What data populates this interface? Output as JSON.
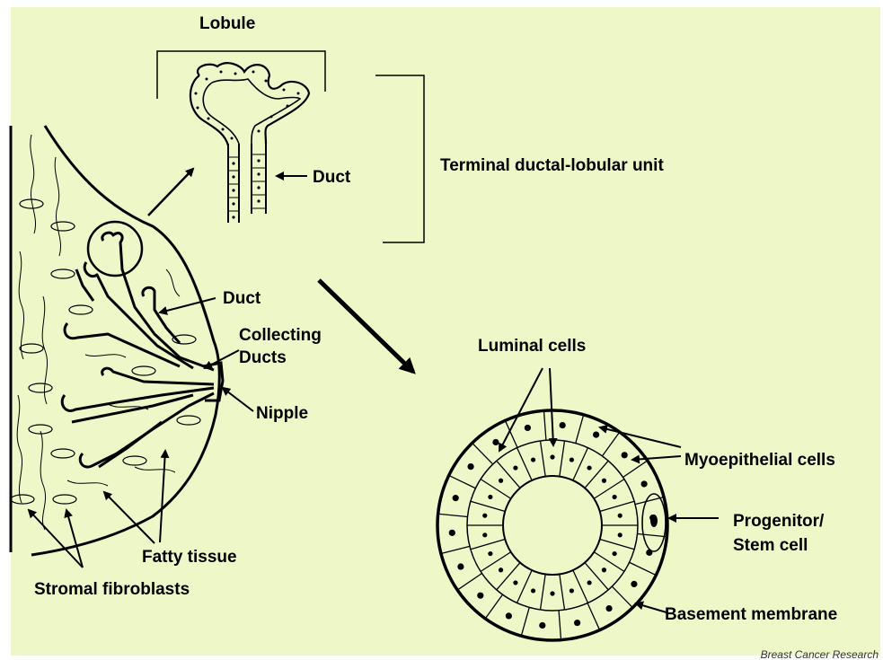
{
  "labels": {
    "lobule": "Lobule",
    "duct_top": "Duct",
    "tdlu": "Terminal ductal-lobular  unit",
    "duct_mid": "Duct",
    "collecting_1": "Collecting",
    "collecting_2": "Ducts",
    "nipple": "Nipple",
    "luminal": "Luminal cells",
    "myoepithelial": "Myoepithelial cells",
    "progenitor_1": "Progenitor/",
    "progenitor_2": "Stem cell",
    "basement": "Basement membrane",
    "fatty": "Fatty tissue",
    "stromal": "Stromal fibroblasts"
  },
  "credit": "Breast Cancer Research",
  "colors": {
    "background": "#eef7c8",
    "line": "#000000"
  }
}
